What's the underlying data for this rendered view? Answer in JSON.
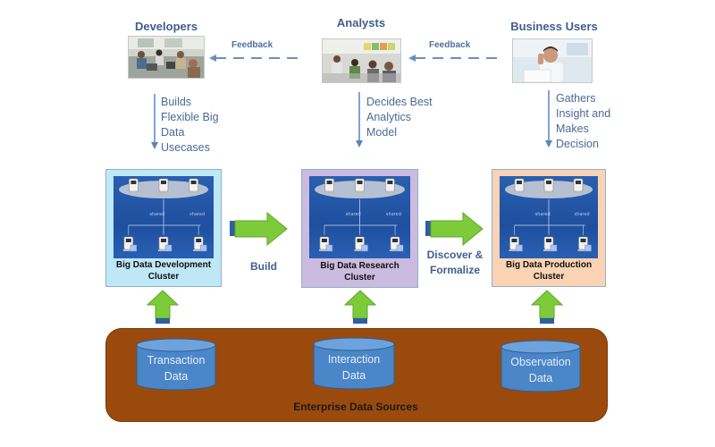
{
  "roles": [
    {
      "id": "developers",
      "title": "Developers",
      "description": [
        "Builds",
        "Flexible Big",
        "Data",
        "Usecases"
      ]
    },
    {
      "id": "analysts",
      "title": "Analysts",
      "description": [
        "Decides Best",
        "Analytics",
        "Model"
      ]
    },
    {
      "id": "business_users",
      "title": "Business Users",
      "description": [
        "Gathers",
        "Insight and",
        "Makes",
        "Decision"
      ]
    }
  ],
  "feedback": [
    {
      "label": "Feedback",
      "from": "analysts",
      "to": "developers"
    },
    {
      "label": "Feedback",
      "from": "business_users",
      "to": "analysts"
    }
  ],
  "clusters": [
    {
      "id": "development",
      "label_line1": "Big Data Development",
      "label_line2": "Cluster",
      "bg_color": "#bfe8f7"
    },
    {
      "id": "research",
      "label_line1": "Big Data Research",
      "label_line2": "Cluster",
      "bg_color": "#cbbbe0"
    },
    {
      "id": "production",
      "label_line1": "Big Data Production",
      "label_line2": "Cluster",
      "bg_color": "#f9d3b3"
    }
  ],
  "cluster_diagram": {
    "link_label": "shared"
  },
  "flows": [
    {
      "label_line1": "Build",
      "label_line2": ""
    },
    {
      "label_line1": "Discover &",
      "label_line2": "Formalize"
    }
  ],
  "data_sources": {
    "title": "Enterprise Data Sources",
    "items": [
      {
        "line1": "Transaction",
        "line2": "Data"
      },
      {
        "line1": "Interaction",
        "line2": "Data"
      },
      {
        "line1": "Observation",
        "line2": "Data"
      }
    ]
  },
  "colors": {
    "arrow_green": "#7ecb3a",
    "arrow_base": "#2e5f9e",
    "text_blue": "#3f5f8f",
    "enterprise_brown": "#9a4a0c",
    "cylinder_blue": "#4a86c8"
  }
}
